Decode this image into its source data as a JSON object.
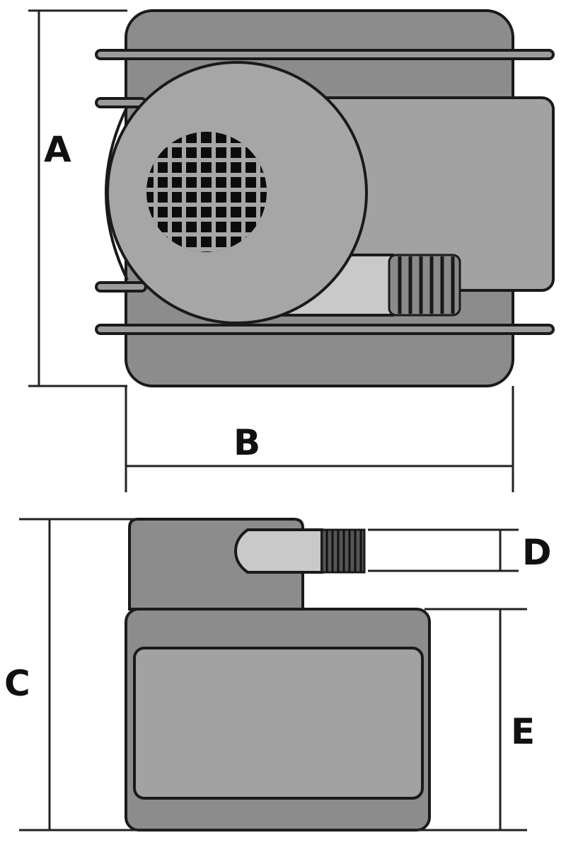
{
  "dimensions": {
    "a": "A",
    "b": "B",
    "c": "C",
    "d": "D",
    "e": "E"
  },
  "colors": {
    "body": "#8c8c8c",
    "panel": "#a2a2a2",
    "light": "#c9c9c9",
    "outline": "#1a1a1a"
  }
}
